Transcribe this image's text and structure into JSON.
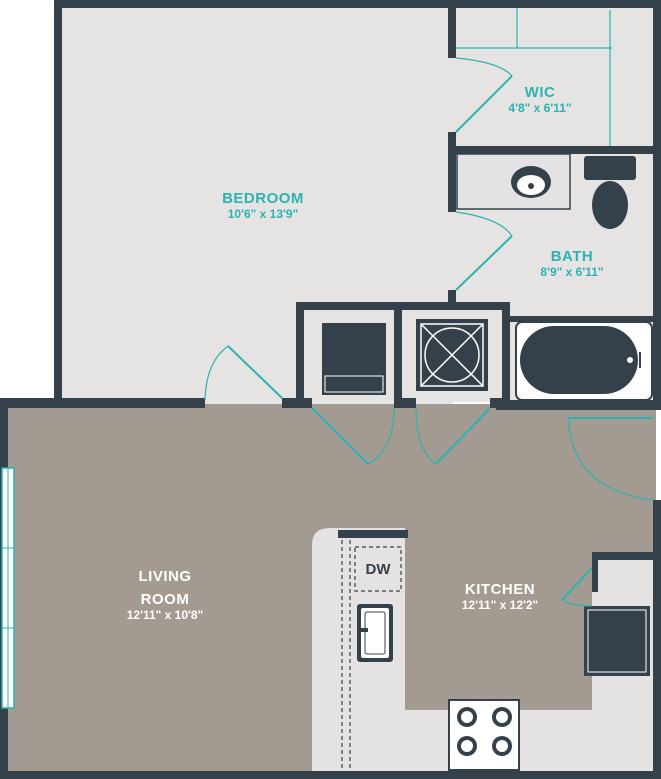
{
  "rooms": {
    "bedroom": {
      "name": "BEDROOM",
      "dims": "10'6\" x 13'9\""
    },
    "wic": {
      "name": "WIC",
      "dims": "4'8\" x 6'11\""
    },
    "bath": {
      "name": "BATH",
      "dims": "8'9\" x 6'11\""
    },
    "living": {
      "name_line1": "LIVING",
      "name_line2": "ROOM",
      "dims": "12'11\" x 10'8\""
    },
    "kitchen": {
      "name": "KITCHEN",
      "dims": "12'11\" x 12'2\""
    }
  },
  "fixtures": {
    "dishwasher": "DW"
  },
  "colors": {
    "wall": "#34404a",
    "bedroom_floor": "#e6e3e3",
    "living_floor": "#a39a92",
    "counter": "#e4e2e2",
    "accent": "#2bb3b1"
  }
}
